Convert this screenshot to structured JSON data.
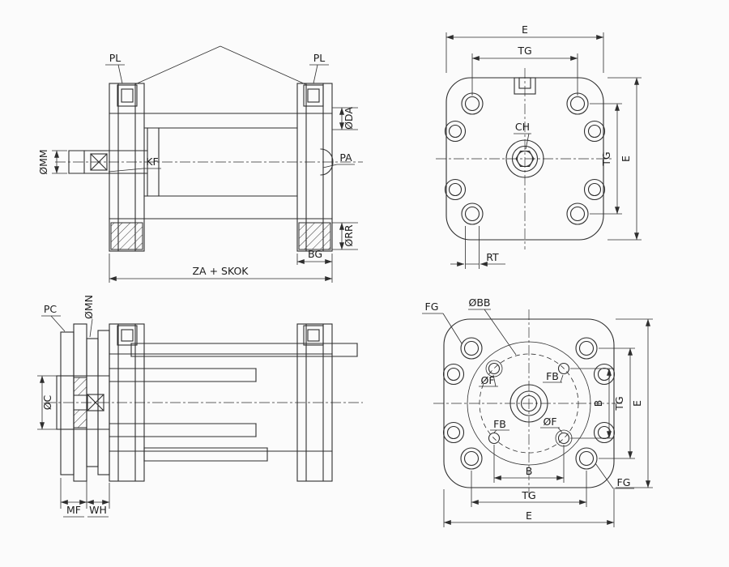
{
  "colors": {
    "line": "#2e2e2e",
    "background": "#fbfbfb"
  },
  "labels": {
    "v1": {
      "pl_left": "PL",
      "pl_right": "PL",
      "oda": "ØDA",
      "omm": "ØMM",
      "kf": "KF",
      "pa": "PA",
      "bg": "BG",
      "orr": "ØRR",
      "za": "ZA + SKOK"
    },
    "v2": {
      "e_top": "E",
      "tg_top": "TG",
      "ch": "CH",
      "tg_right": "TG",
      "e_right": "E",
      "rt": "RT"
    },
    "v3": {
      "pc": "PC",
      "omn": "ØMN",
      "oc": "ØC",
      "mf": "MF",
      "wh": "WH"
    },
    "v4": {
      "fg_top": "FG",
      "obb": "ØBB",
      "of_tl": "ØF",
      "fb_tr": "FB",
      "fb_bl": "FB",
      "of_br": "ØF",
      "b_right": "B",
      "tg_right": "TG",
      "e_right": "E",
      "b_bottom": "B",
      "tg_bottom": "TG",
      "e_bottom": "E",
      "fg_bottom": "FG"
    }
  }
}
